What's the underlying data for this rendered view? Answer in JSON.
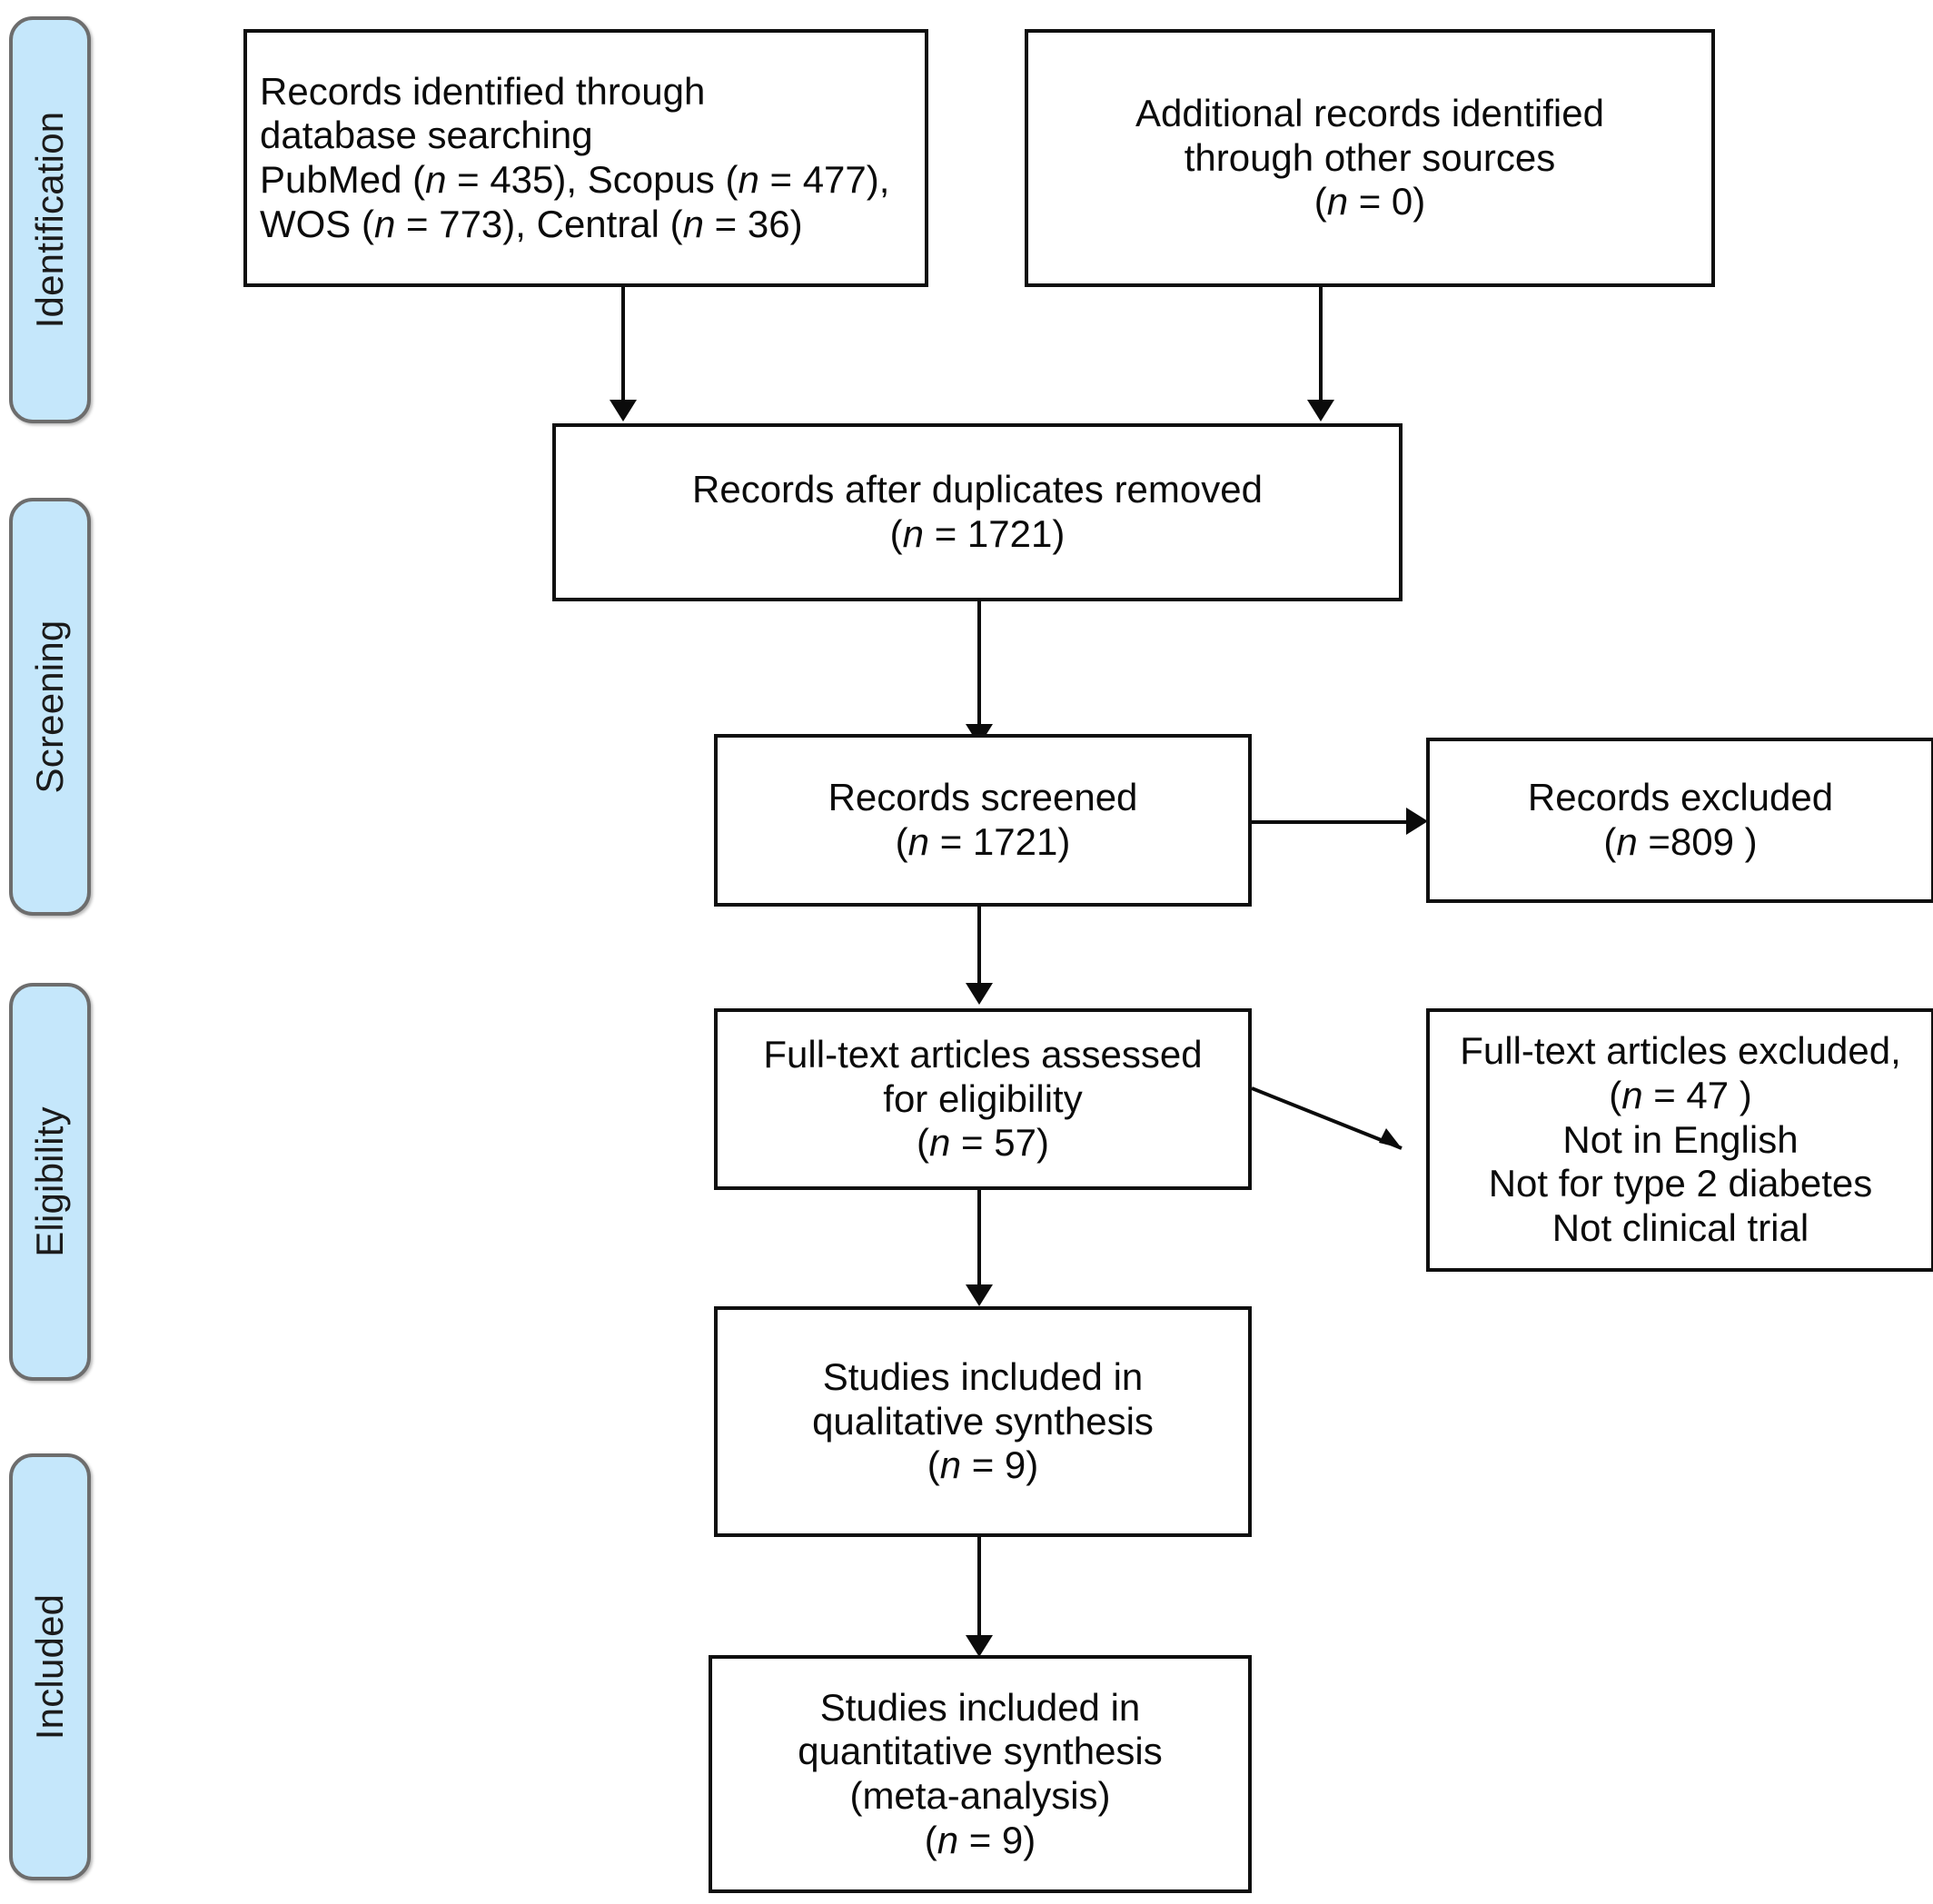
{
  "diagram": {
    "type": "prisma-flow-diagram",
    "stages": [
      {
        "id": "identification",
        "label": "Identification"
      },
      {
        "id": "screening",
        "label": "Screening"
      },
      {
        "id": "eligibility",
        "label": "Eligibility"
      },
      {
        "id": "included",
        "label": "Included"
      }
    ],
    "colors": {
      "stage_fill": "#c5e7fb",
      "stage_border": "#6d6d6d",
      "box_border": "#0f0f0f",
      "text": "#0b0b0b",
      "background": "#ffffff"
    },
    "boxes": {
      "database_search": {
        "name": "Records identified through database searching",
        "lines": [
          "Records identified through",
          "database searching",
          "PubMed (n = 435), Scopus (n = 477),",
          "WOS  (n = 773), Central (n = 36)"
        ],
        "align": "left",
        "counts": {
          "PubMed": 435,
          "Scopus": 477,
          "WOS": 773,
          "Central": 36
        }
      },
      "other_sources": {
        "name": "Additional records identified through other sources",
        "lines": [
          "Additional records identified",
          "through other sources",
          "(n = 0)"
        ],
        "align": "center",
        "counts": {
          "n": 0
        }
      },
      "duplicates_removed": {
        "name": "Records after duplicates removed",
        "lines": [
          "Records after duplicates removed",
          "(n = 1721)"
        ],
        "align": "center",
        "counts": {
          "n": 1721
        }
      },
      "records_screened": {
        "name": "Records screened",
        "lines": [
          "Records screened",
          "(n = 1721)"
        ],
        "align": "center",
        "counts": {
          "n": 1721
        }
      },
      "records_excluded": {
        "name": "Records excluded",
        "lines": [
          "Records excluded",
          "(n =809 )"
        ],
        "align": "center",
        "counts": {
          "n": 809
        }
      },
      "fulltext_assessed": {
        "name": "Full-text articles assessed for eligibility",
        "lines": [
          "Full-text articles assessed",
          "for eligibility",
          "(n = 57)"
        ],
        "align": "center",
        "counts": {
          "n": 57
        }
      },
      "fulltext_excluded": {
        "name": "Full-text articles excluded",
        "lines": [
          "Full-text articles excluded,",
          "(n = 47 )",
          "Not in English",
          "Not for type 2 diabetes",
          "Not clinical trial"
        ],
        "align": "center",
        "counts": {
          "n": 47
        },
        "reasons": [
          "Not in English",
          "Not for type 2 diabetes",
          "Not clinical trial"
        ]
      },
      "qualitative": {
        "name": "Studies included in qualitative synthesis",
        "lines": [
          "Studies included in",
          "qualitative synthesis",
          "(n = 9)"
        ],
        "align": "center",
        "counts": {
          "n": 9
        }
      },
      "quantitative": {
        "name": "Studies included in quantitative synthesis (meta-analysis)",
        "lines": [
          "Studies included in",
          "quantitative synthesis",
          "(meta-analysis)",
          "(n = 9)"
        ],
        "align": "center",
        "counts": {
          "n": 9
        }
      }
    }
  }
}
